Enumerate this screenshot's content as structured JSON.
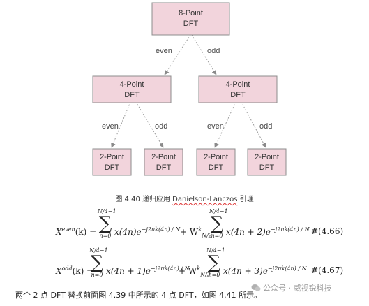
{
  "diagram": {
    "colors": {
      "node_fill": "#f2d4dc",
      "node_border": "#8c8c8c",
      "edge": "#9b9b9b"
    },
    "nodes": {
      "root": "8-Point\nDFT",
      "left_4": "4-Point\nDFT",
      "right_4": "4-Point\nDFT",
      "leaf_1": "2-Point\nDFT",
      "leaf_2": "2-Point\nDFT",
      "leaf_3": "2-Point\nDFT",
      "leaf_4": "2-Point\nDFT"
    },
    "edges": {
      "root_left": "even",
      "root_right": "odd",
      "left_left": "even",
      "left_right": "odd",
      "right_left": "even",
      "right_right": "odd"
    }
  },
  "caption": {
    "prefix": "图 4.40 递归应用 ",
    "term": "Danielson-Lanczos",
    "suffix": " 引理"
  },
  "equation_1": {
    "lhs_base": "X",
    "lhs_sup": "even",
    "lhs_arg": "(k) =",
    "sum_upper": "N/4−1",
    "sum_lower": "n=0",
    "term_1": "x(4n)e",
    "exp_1": "−j2πk(4n) / N",
    "plus": "+ W",
    "w_sup": "k",
    "w_sub": "N/2",
    "term_2": "x(4n + 2)e",
    "exp_2": "−j2πk(4n) / N",
    "tag": "#(4.66)"
  },
  "equation_2": {
    "lhs_base": "X",
    "lhs_sup": "odd",
    "lhs_arg": "(k) =",
    "sum_upper": "N/4−1",
    "sum_lower": "n=0",
    "term_1": "x(4n + 1)e",
    "exp_1": "−j2πk(4n) / N",
    "plus": "+ W",
    "w_sup": "k",
    "w_sub": "N/2",
    "term_2": "x(4n + 3)e",
    "exp_2": "−j2πk(4n) / N",
    "tag": "#(4.67)"
  },
  "sentence": "两个 2 点 DFT 替换前面图 4.39 中所示的 4 点 DFT，如图 4.41 所示。",
  "watermark": "公众号 · 威视锐科技"
}
